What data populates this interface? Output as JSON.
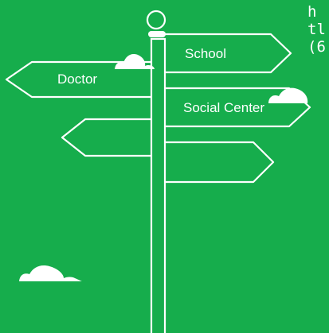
{
  "colors": {
    "background": "#16ad4c",
    "foreground": "#ffffff"
  },
  "signpost": {
    "signs": [
      {
        "label": "School"
      },
      {
        "label": "Doctor"
      },
      {
        "label": "Social Center"
      },
      {
        "label": ""
      },
      {
        "label": ""
      }
    ]
  },
  "side_text": {
    "line1": "h",
    "line2": "tl",
    "line3": "(6"
  },
  "icons": [
    "cloud-icon",
    "cloud-icon",
    "cloud-icon"
  ]
}
